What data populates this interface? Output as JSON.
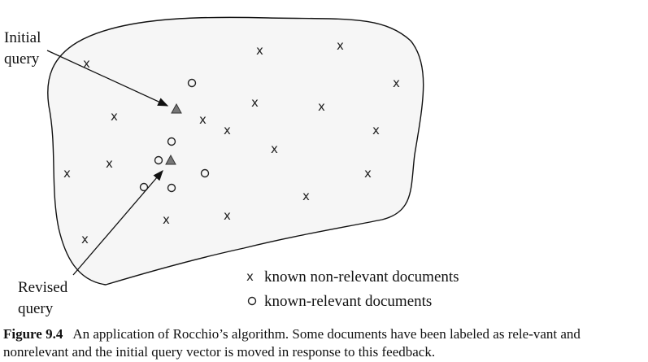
{
  "labels": {
    "initial_line1": "Initial",
    "initial_line2": "query",
    "revised_line1": "Revised",
    "revised_line2": "query"
  },
  "marks": {
    "nonrelevant": "x",
    "relevant": "o"
  },
  "legend": {
    "nonrelevant": "known non-relevant documents",
    "relevant": "known-relevant documents"
  },
  "caption": {
    "figure_number": "Figure 9.4",
    "text": "An application of Rocchio’s algorithm. Some documents have been labeled as rele-vant and nonrelevant and the initial query vector is moved in response to this feedback."
  },
  "colors": {
    "region_fill": "#f6f6f6",
    "query_marker": "#777777"
  }
}
